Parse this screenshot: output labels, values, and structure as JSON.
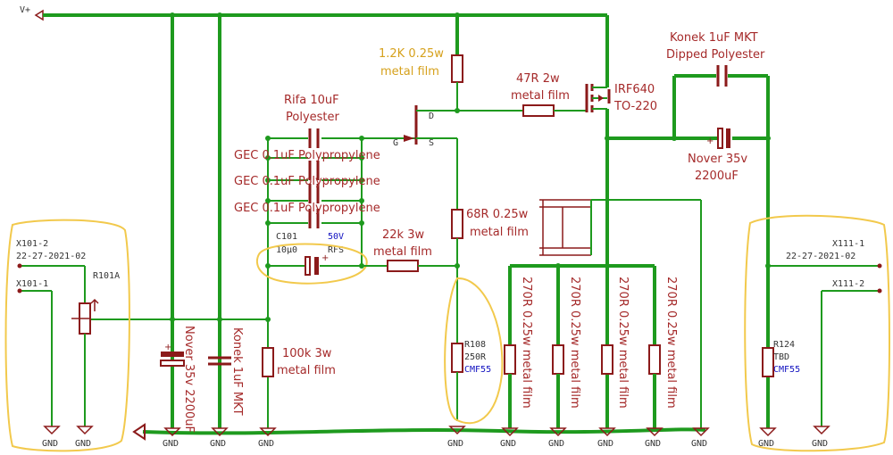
{
  "nets": {
    "vplus": "V+",
    "gnd": "GND"
  },
  "components": {
    "r_top": "1.2K 0.25w",
    "r_top_type": "metal film",
    "r_gate_stop": "47R 2w",
    "r_gate_stop_type": "metal film",
    "mosfet": "IRF640",
    "mosfet_pkg": "TO-220",
    "cap_konek_top_1": "Konek 1uF MKT",
    "cap_konek_top_2": "Dipped Polyester",
    "cap_nover_right_1": "Nover 35v",
    "cap_nover_right_2": "2200uF",
    "cap_rifa_1": "Rifa 10uF",
    "cap_rifa_2": "Polyester",
    "cap_gec_1": "GEC 0.1uF Polypropylene",
    "cap_gec_2": "GEC 0.1uF Polypropylene",
    "cap_gec_3": "GEC 0.1uF Polypropylene",
    "c101_ref": "C101",
    "c101_val": "10μ0",
    "c101_volt": "50V",
    "c101_type": "RFS",
    "r_22k": "22k 3w",
    "r_22k_type": "metal film",
    "r_68r": "68R 0.25w",
    "r_68r_type": "metal film",
    "r_100k": "100k 3w",
    "r_100k_type": "metal film",
    "r108_ref": "R108",
    "r108_val": "250R",
    "r108_type": "CMF55",
    "r_270_1": "270R 0.25w metal film",
    "r_270_2": "270R 0.25w metal film",
    "r_270_3": "270R 0.25w metal film",
    "r_270_4": "270R 0.25w metal film",
    "cap_nover_left": "Nover 35v  2200uF",
    "cap_konek_left": "Konek 1uF MKT",
    "r101_ref": "R101A",
    "r124_ref": "R124",
    "r124_val": "TBD",
    "r124_type": "CMF55",
    "fet_d": "D",
    "fet_g": "G",
    "fet_s": "S"
  },
  "connectors": {
    "x101_2": "X101-2",
    "x101_2_date": "22-27-2021-02",
    "x101_1": "X101-1",
    "x111_1": "X111-1",
    "x111_1_date": "22-27-2021-02",
    "x111_2": "X111-2"
  },
  "colors": {
    "wire": "#1e9a1e",
    "component": "#8b1a1a",
    "label_red": "#a52a2a",
    "label_orange": "#d6a11c",
    "label_blue": "#1010c0",
    "highlight": "#f2c94c"
  }
}
